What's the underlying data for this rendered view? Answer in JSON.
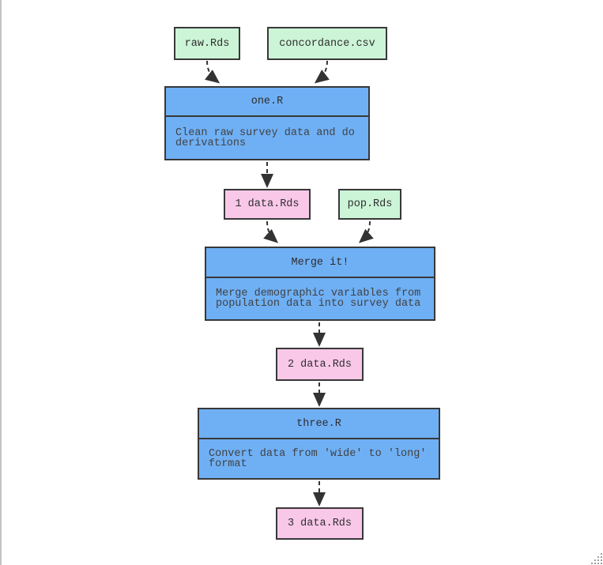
{
  "diagram": {
    "nodes": {
      "raw_rds": {
        "label": "raw.Rds",
        "kind": "input-file"
      },
      "concordance_csv": {
        "label": "concordance.csv",
        "kind": "input-file"
      },
      "one_r": {
        "title": "one.R",
        "description": "Clean raw survey data and do\nderivations",
        "kind": "script"
      },
      "data1_rds": {
        "label": "1 data.Rds",
        "kind": "output-file"
      },
      "pop_rds": {
        "label": "pop.Rds",
        "kind": "input-file"
      },
      "merge_it": {
        "title": "Merge it!",
        "description": "Merge demographic variables from\npopulation data into survey data",
        "kind": "script"
      },
      "data2_rds": {
        "label": "2 data.Rds",
        "kind": "output-file"
      },
      "three_r": {
        "title": "three.R",
        "description": "Convert data from 'wide' to 'long'\nformat",
        "kind": "script"
      },
      "data3_rds": {
        "label": "3 data.Rds",
        "kind": "output-file"
      }
    },
    "edges": [
      {
        "from": "raw.Rds",
        "to": "one.R"
      },
      {
        "from": "concordance.csv",
        "to": "one.R"
      },
      {
        "from": "one.R",
        "to": "1 data.Rds"
      },
      {
        "from": "1 data.Rds",
        "to": "Merge it!"
      },
      {
        "from": "pop.Rds",
        "to": "Merge it!"
      },
      {
        "from": "Merge it!",
        "to": "2 data.Rds"
      },
      {
        "from": "2 data.Rds",
        "to": "three.R"
      },
      {
        "from": "three.R",
        "to": "3 data.Rds"
      }
    ],
    "colors": {
      "input_file_fill": "#ccf4d7",
      "script_fill": "#6fb0f5",
      "output_file_fill": "#f9c8e9",
      "node_border": "#383838",
      "edge": "#333333"
    }
  }
}
